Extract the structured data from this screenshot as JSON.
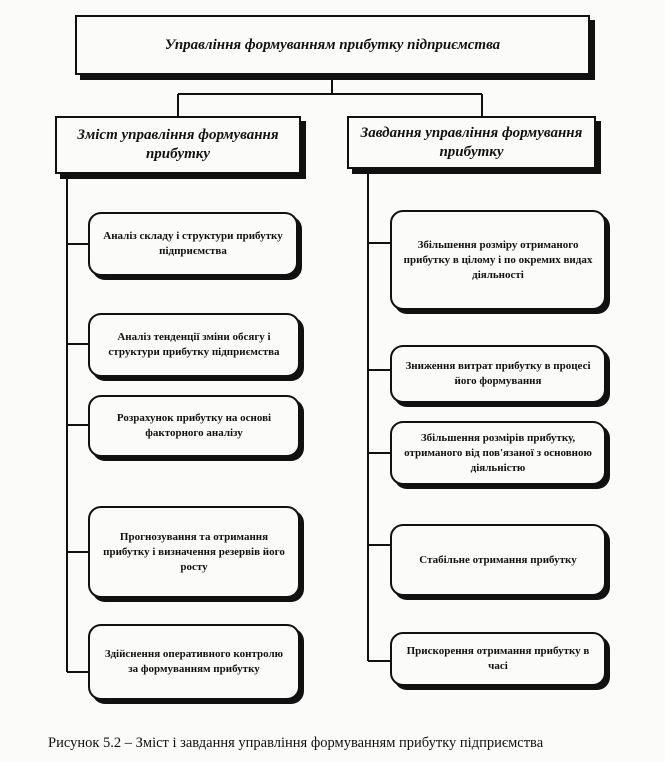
{
  "title": "Управління формуванням прибутку підприємства",
  "left_header": "Зміст управління формування прибутку",
  "right_header": "Завдання управління формування прибутку",
  "left_items": [
    "Аналіз складу і структури прибутку підприємства",
    "Аналіз тенденції зміни обсягу і структури прибутку підприємства",
    "Розрахунок прибутку на основі факторного аналізу",
    "Прогнозування та отримання прибутку і визначення резервів його росту",
    "Здійснення оперативного контролю за формуванням прибутку"
  ],
  "right_items": [
    "Збільшення розміру отриманого прибутку в цілому і по окремих видах діяльності",
    "Зниження витрат прибутку в процесі його формування",
    "Збільшення розмірів прибутку, отриманого від пов'язаної з основною діяльністю",
    "Стабільне отримання прибутку",
    "Прискорення отримання прибутку в часі"
  ],
  "caption": "Рисунок 5.2 – Зміст і завдання управління формуванням прибутку підприємства"
}
